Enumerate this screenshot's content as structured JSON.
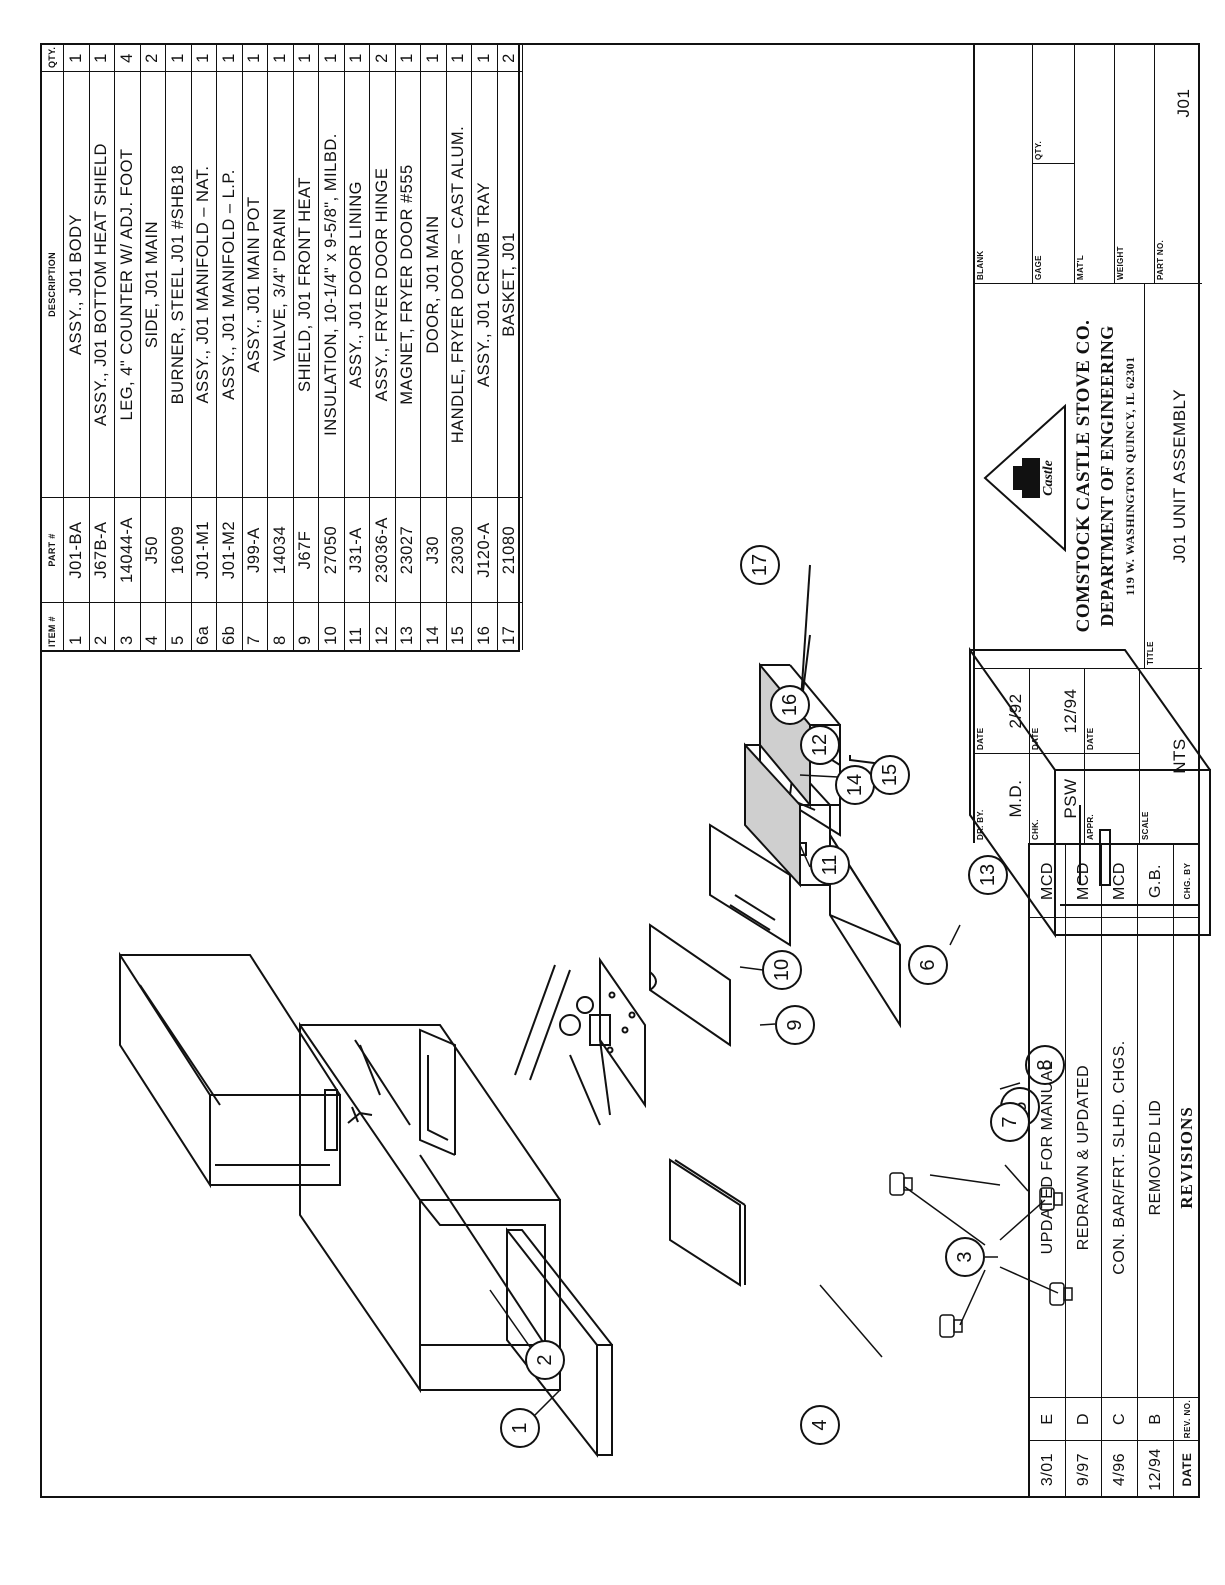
{
  "parts_list": {
    "headers": {
      "item": "ITEM #",
      "part": "PART #",
      "description": "DESCRIPTION",
      "qty": "QTY."
    },
    "rows": [
      {
        "item": "1",
        "part": "J01-BA",
        "description": "ASSY., J01 BODY",
        "qty": "1"
      },
      {
        "item": "2",
        "part": "J67B-A",
        "description": "ASSY., J01 BOTTOM HEAT SHIELD",
        "qty": "1"
      },
      {
        "item": "3",
        "part": "14044-A",
        "description": "LEG, 4\" COUNTER W/ ADJ. FOOT",
        "qty": "4"
      },
      {
        "item": "4",
        "part": "J50",
        "description": "SIDE, J01 MAIN",
        "qty": "2"
      },
      {
        "item": "5",
        "part": "16009",
        "description": "BURNER, STEEL J01 #SHB18",
        "qty": "1"
      },
      {
        "item": "6a",
        "part": "J01-M1",
        "description": "ASSY., J01 MANIFOLD – NAT.",
        "qty": "1"
      },
      {
        "item": "6b",
        "part": "J01-M2",
        "description": "ASSY., J01 MANIFOLD – L.P.",
        "qty": "1"
      },
      {
        "item": "7",
        "part": "J99-A",
        "description": "ASSY., J01 MAIN POT",
        "qty": "1"
      },
      {
        "item": "8",
        "part": "14034",
        "description": "VALVE, 3/4\" DRAIN",
        "qty": "1"
      },
      {
        "item": "9",
        "part": "J67F",
        "description": "SHIELD, J01 FRONT HEAT",
        "qty": "1"
      },
      {
        "item": "10",
        "part": "27050",
        "description": "INSULATION, 10-1/4\" x 9-5/8\", MILBD.",
        "qty": "1"
      },
      {
        "item": "11",
        "part": "J31-A",
        "description": "ASSY., J01 DOOR LINING",
        "qty": "1"
      },
      {
        "item": "12",
        "part": "23036-A",
        "description": "ASSY., FRYER DOOR HINGE",
        "qty": "2"
      },
      {
        "item": "13",
        "part": "23027",
        "description": "MAGNET, FRYER DOOR #555",
        "qty": "1"
      },
      {
        "item": "14",
        "part": "J30",
        "description": "DOOR, J01 MAIN",
        "qty": "1"
      },
      {
        "item": "15",
        "part": "23030",
        "description": "HANDLE, FRYER DOOR – CAST ALUM.",
        "qty": "1"
      },
      {
        "item": "16",
        "part": "J120-A",
        "description": "ASSY., J01 CRUMB TRAY",
        "qty": "1"
      },
      {
        "item": "17",
        "part": "21080",
        "description": "BASKET, J01",
        "qty": "2"
      }
    ]
  },
  "revisions": {
    "headers": {
      "date": "DATE",
      "rev_no": "REV. NO.",
      "description": "REVISIONS",
      "by": "CHG. BY"
    },
    "rows": [
      {
        "date": "3/01",
        "rev": "E",
        "description": "UPDATED FOR MANUAL",
        "by": "MCD"
      },
      {
        "date": "9/97",
        "rev": "D",
        "description": "REDRAWN & UPDATED",
        "by": "MCD"
      },
      {
        "date": "4/96",
        "rev": "C",
        "description": "CON. BAR/FRT. SLHD. CHGS.",
        "by": "MCD"
      },
      {
        "date": "12/94",
        "rev": "B",
        "description": "REMOVED LID",
        "by": "G.B."
      }
    ]
  },
  "title_block": {
    "dr_by_label": "DR. BY.",
    "dr_by": "M.D.",
    "date_label": "DATE",
    "dr_date": "2/92",
    "chk_label": "CHK.",
    "chk": "PSW",
    "chk_date": "12/94",
    "appr_label": "APPR.",
    "appr": "",
    "appr_date": "",
    "scale_label": "SCALE",
    "scale": "NTS",
    "company_line1": "COMSTOCK CASTLE STOVE CO.",
    "company_line2": "DEPARTMENT OF ENGINEERING",
    "address": "119 W. WASHINGTON   QUINCY, IL 62301",
    "logo_text": "Castle",
    "title_label": "TITLE",
    "title": "J01 UNIT ASSEMBLY",
    "blank_label": "BLANK",
    "gage_label": "GAGE",
    "qty_label": "QTY.",
    "matl_label": "MAT'L",
    "weight_label": "WEIGHT",
    "part_no_label": "PART NO.",
    "part_no": "J01"
  },
  "callouts": [
    "1",
    "2",
    "3",
    "4",
    "5",
    "6",
    "7",
    "8",
    "9",
    "10",
    "11",
    "12",
    "13",
    "14",
    "15",
    "16",
    "17"
  ]
}
